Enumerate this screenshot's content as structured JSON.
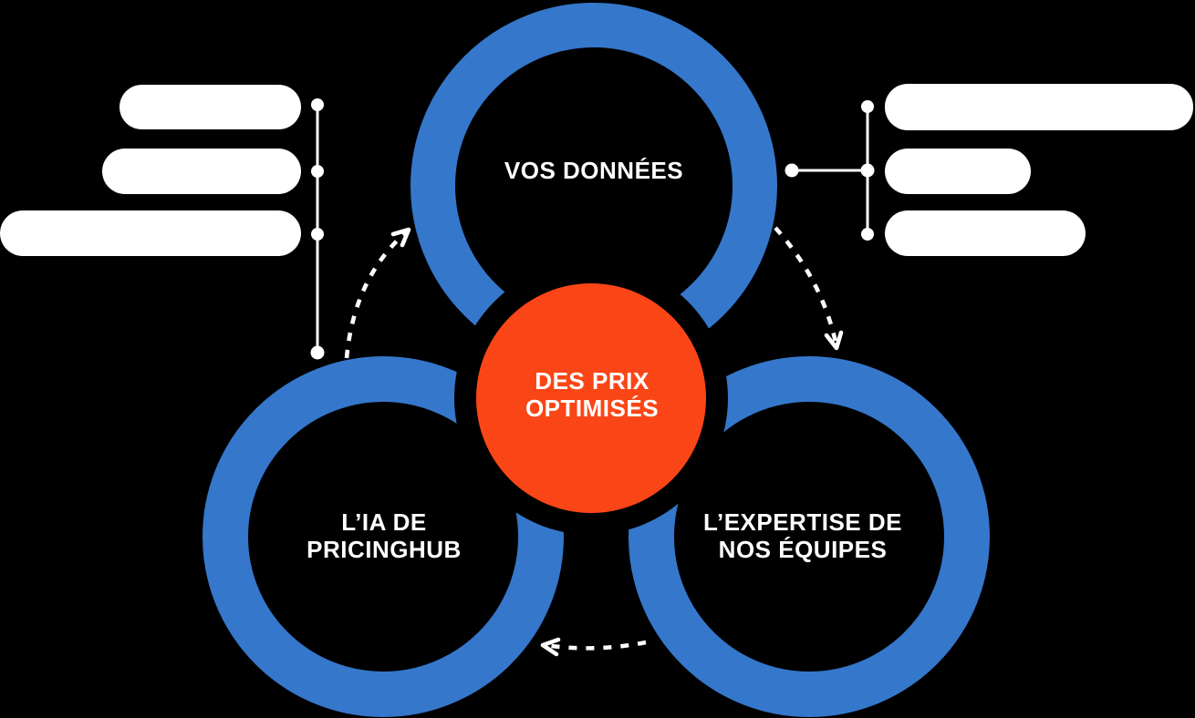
{
  "colors": {
    "bg": "#000000",
    "ring": "#3577cb",
    "center": "#fa4616",
    "white": "#ffffff"
  },
  "diagram": {
    "title_hint": "pricing-optimization-cycle",
    "center": {
      "label": "DES PRIX\nOPTIMISÉS",
      "color": "#fa4616"
    },
    "nodes": {
      "top": {
        "label": "VOS DONNÉES"
      },
      "bottom_left": {
        "label": "L’IA DE\nPRICINGHUB"
      },
      "bottom_right": {
        "label": "L’EXPERTISE DE\nNOS ÉQUIPES"
      }
    },
    "flow": [
      {
        "from": "top",
        "to": "bottom_right",
        "style": "dashed-arrow"
      },
      {
        "from": "bottom_right",
        "to": "bottom_left",
        "style": "dashed-arrow"
      },
      {
        "from": "bottom_left",
        "to": "top",
        "style": "dashed-arrow"
      }
    ],
    "left_placeholder_group": {
      "bars": 3,
      "connector_dots": 4
    },
    "right_placeholder_group": {
      "bars": 3,
      "connector_dots": 4
    }
  }
}
